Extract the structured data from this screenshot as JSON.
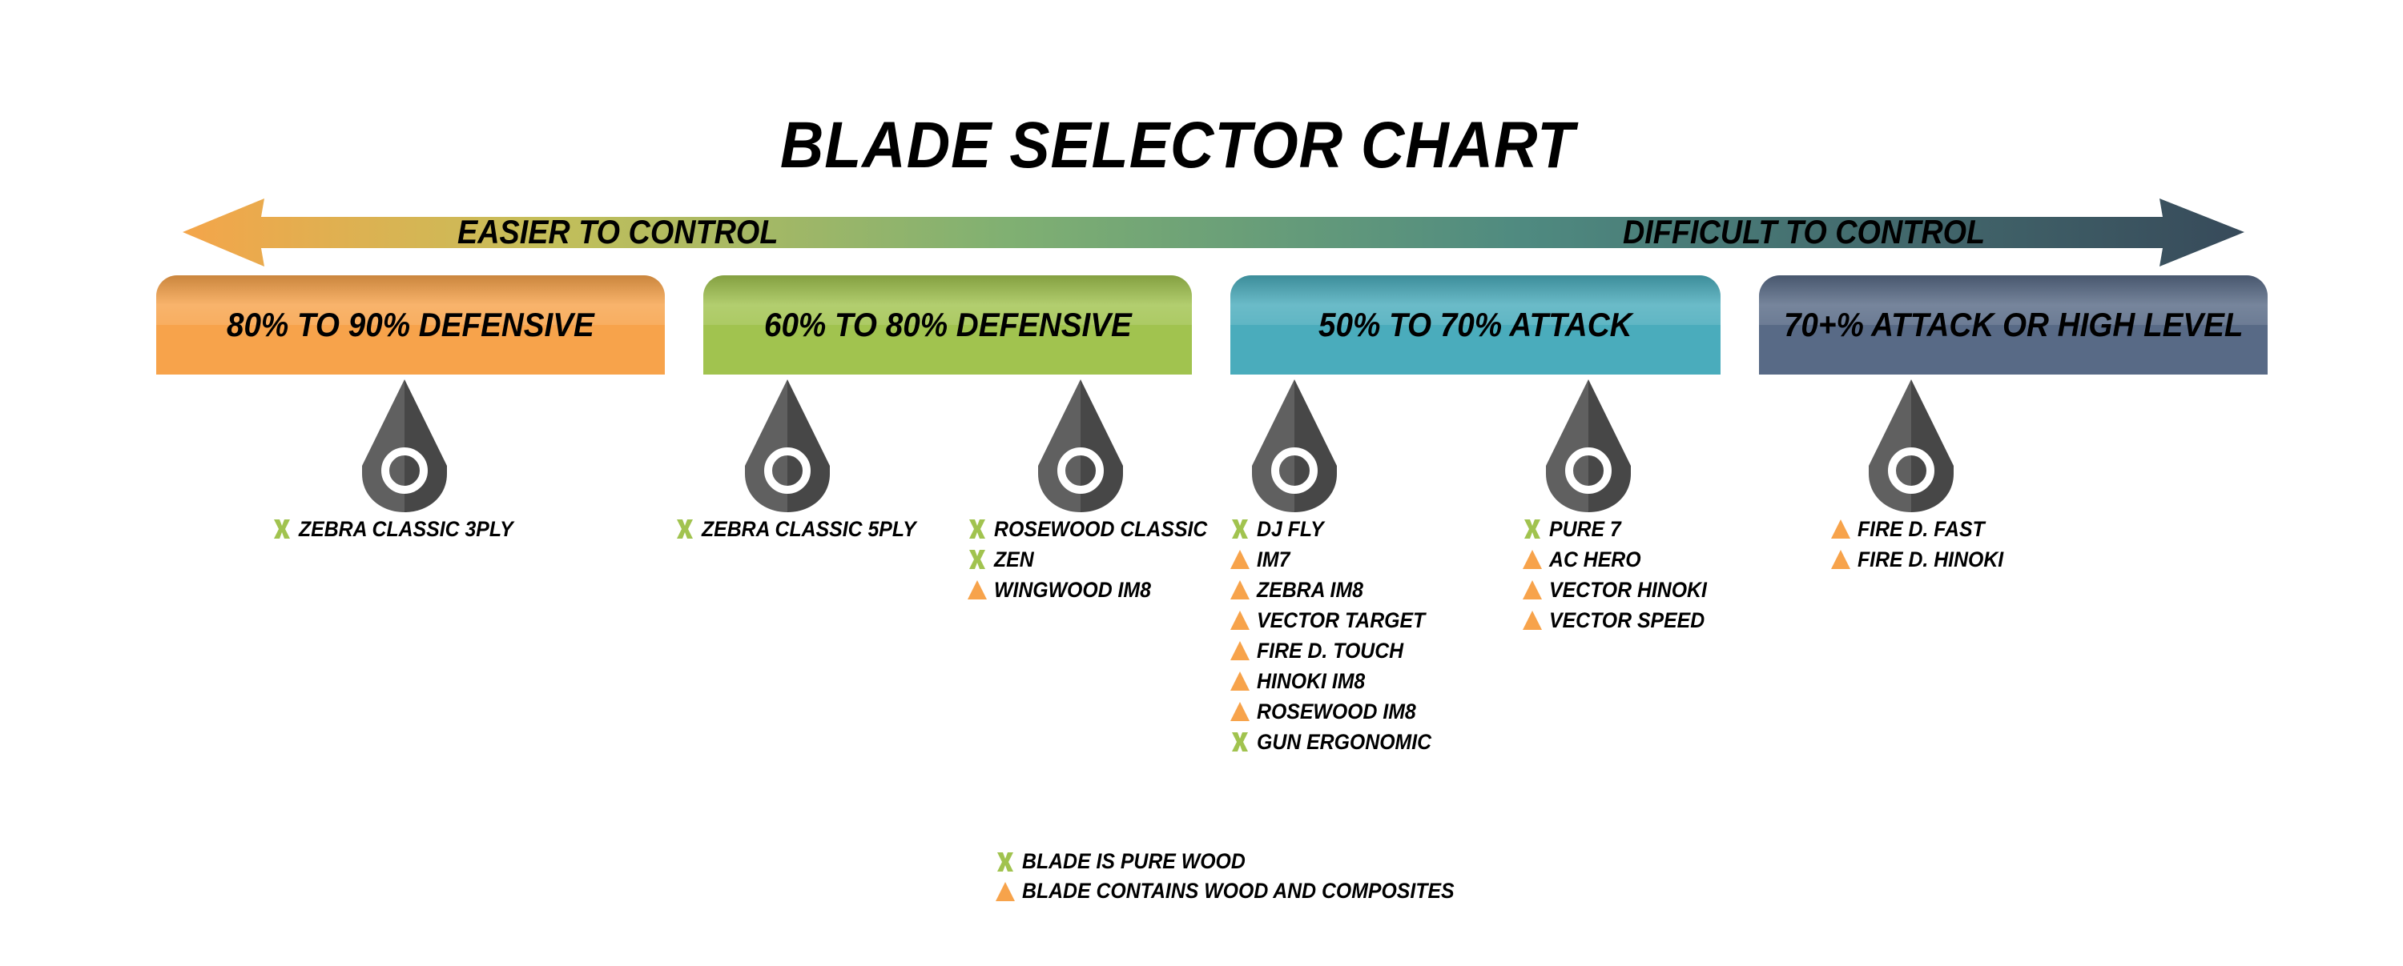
{
  "title": "BLADE SELECTOR CHART",
  "arrow": {
    "left_label": "EASIER TO CONTROL",
    "right_label": "DIFFICULT TO CONTROL"
  },
  "colors": {
    "orange": "#f7a34b",
    "green": "#a1c34f",
    "teal": "#4aacbc",
    "slate": "#586a86",
    "pin_light": "#606060",
    "pin_dark": "#474747"
  },
  "categories": [
    {
      "label": "80% TO 90% DEFENSIVE"
    },
    {
      "label": "60% TO 80% DEFENSIVE"
    },
    {
      "label": "50% TO 70% ATTACK"
    },
    {
      "label": "70+% ATTACK OR HIGH LEVEL"
    }
  ],
  "columns": [
    {
      "items": [
        {
          "name": "ZEBRA CLASSIC 3PLY",
          "type": "wood"
        }
      ]
    },
    {
      "items": [
        {
          "name": "ZEBRA CLASSIC 5PLY",
          "type": "wood"
        }
      ]
    },
    {
      "items": [
        {
          "name": "ROSEWOOD CLASSIC",
          "type": "wood"
        },
        {
          "name": "ZEN",
          "type": "wood"
        },
        {
          "name": "WINGWOOD IM8",
          "type": "composite"
        }
      ]
    },
    {
      "items": [
        {
          "name": "DJ FLY",
          "type": "wood"
        },
        {
          "name": "IM7",
          "type": "composite"
        },
        {
          "name": "ZEBRA IM8",
          "type": "composite"
        },
        {
          "name": "VECTOR TARGET",
          "type": "composite"
        },
        {
          "name": "FIRE D. TOUCH",
          "type": "composite"
        },
        {
          "name": "HINOKI IM8",
          "type": "composite"
        },
        {
          "name": "ROSEWOOD IM8",
          "type": "composite"
        },
        {
          "name": "GUN ERGONOMIC",
          "type": "wood"
        }
      ]
    },
    {
      "items": [
        {
          "name": "PURE 7",
          "type": "wood"
        },
        {
          "name": "AC HERO",
          "type": "composite"
        },
        {
          "name": "VECTOR HINOKI",
          "type": "composite"
        },
        {
          "name": "VECTOR SPEED",
          "type": "composite"
        }
      ]
    },
    {
      "items": [
        {
          "name": "FIRE D. FAST",
          "type": "composite"
        },
        {
          "name": "FIRE D. HINOKI",
          "type": "composite"
        }
      ]
    }
  ],
  "legend": {
    "wood": "BLADE IS PURE WOOD",
    "composite": "BLADE CONTAINS WOOD AND COMPOSITES"
  }
}
